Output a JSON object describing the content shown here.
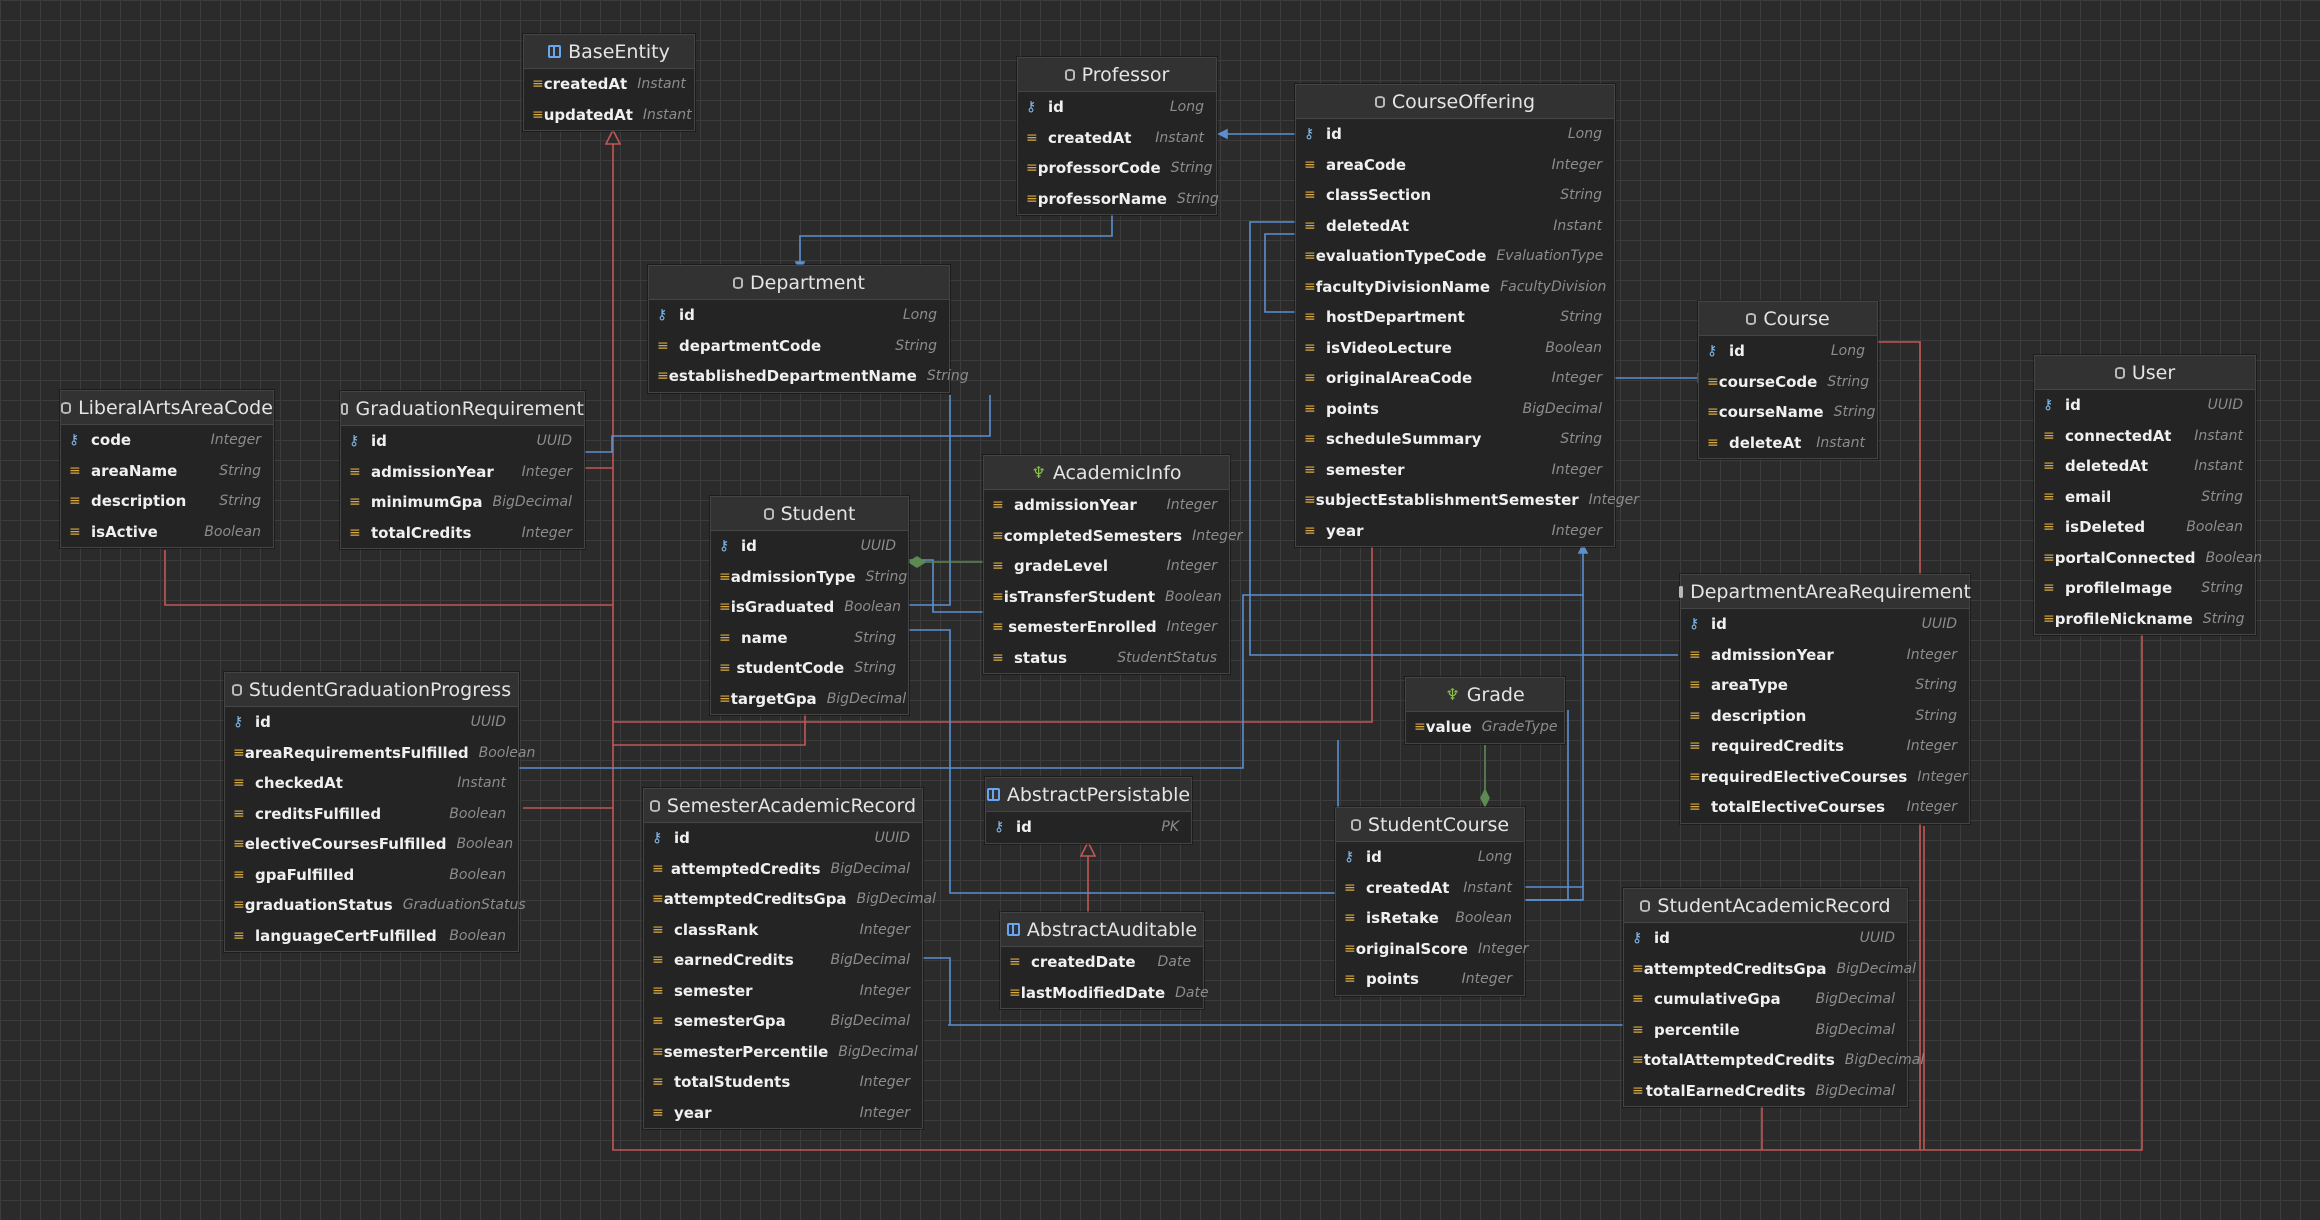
{
  "entities": [
    {
      "name": "BaseEntity",
      "icon": "mapped-superclass-icon",
      "fields": [
        [
          "createdAt",
          "Instant"
        ],
        [
          "updatedAt",
          "Instant"
        ]
      ]
    },
    {
      "name": "Professor",
      "icon": "entity-icon",
      "fields": [
        [
          "id",
          "Long"
        ],
        [
          "createdAt",
          "Instant"
        ],
        [
          "professorCode",
          "String"
        ],
        [
          "professorName",
          "String"
        ]
      ]
    },
    {
      "name": "CourseOffering",
      "icon": "entity-icon",
      "fields": [
        [
          "id",
          "Long"
        ],
        [
          "areaCode",
          "Integer"
        ],
        [
          "classSection",
          "String"
        ],
        [
          "deletedAt",
          "Instant"
        ],
        [
          "evaluationTypeCode",
          "EvaluationType"
        ],
        [
          "facultyDivisionName",
          "FacultyDivision"
        ],
        [
          "hostDepartment",
          "String"
        ],
        [
          "isVideoLecture",
          "Boolean"
        ],
        [
          "originalAreaCode",
          "Integer"
        ],
        [
          "points",
          "BigDecimal"
        ],
        [
          "scheduleSummary",
          "String"
        ],
        [
          "semester",
          "Integer"
        ],
        [
          "subjectEstablishmentSemester",
          "Integer"
        ],
        [
          "year",
          "Integer"
        ]
      ]
    },
    {
      "name": "Department",
      "icon": "entity-icon",
      "fields": [
        [
          "id",
          "Long"
        ],
        [
          "departmentCode",
          "String"
        ],
        [
          "establishedDepartmentName",
          "String"
        ]
      ]
    },
    {
      "name": "Course",
      "icon": "entity-icon",
      "fields": [
        [
          "id",
          "Long"
        ],
        [
          "courseCode",
          "String"
        ],
        [
          "courseName",
          "String"
        ],
        [
          "deleteAt",
          "Instant"
        ]
      ]
    },
    {
      "name": "User",
      "icon": "entity-icon",
      "fields": [
        [
          "id",
          "UUID"
        ],
        [
          "connectedAt",
          "Instant"
        ],
        [
          "deletedAt",
          "Instant"
        ],
        [
          "email",
          "String"
        ],
        [
          "isDeleted",
          "Boolean"
        ],
        [
          "portalConnected",
          "Boolean"
        ],
        [
          "profileImage",
          "String"
        ],
        [
          "profileNickname",
          "String"
        ]
      ]
    },
    {
      "name": "LiberalArtsAreaCode",
      "icon": "entity-icon",
      "fields": [
        [
          "code",
          "Integer"
        ],
        [
          "areaName",
          "String"
        ],
        [
          "description",
          "String"
        ],
        [
          "isActive",
          "Boolean"
        ]
      ]
    },
    {
      "name": "GraduationRequirement",
      "icon": "entity-icon",
      "fields": [
        [
          "id",
          "UUID"
        ],
        [
          "admissionYear",
          "Integer"
        ],
        [
          "minimumGpa",
          "BigDecimal"
        ],
        [
          "totalCredits",
          "Integer"
        ]
      ]
    },
    {
      "name": "AcademicInfo",
      "icon": "embeddable-icon",
      "fields": [
        [
          "admissionYear",
          "Integer"
        ],
        [
          "completedSemesters",
          "Integer"
        ],
        [
          "gradeLevel",
          "Integer"
        ],
        [
          "isTransferStudent",
          "Boolean"
        ],
        [
          "semesterEnrolled",
          "Integer"
        ],
        [
          "status",
          "StudentStatus"
        ]
      ]
    },
    {
      "name": "Student",
      "icon": "entity-icon",
      "fields": [
        [
          "id",
          "UUID"
        ],
        [
          "admissionType",
          "String"
        ],
        [
          "isGraduated",
          "Boolean"
        ],
        [
          "name",
          "String"
        ],
        [
          "studentCode",
          "String"
        ],
        [
          "targetGpa",
          "BigDecimal"
        ]
      ]
    },
    {
      "name": "DepartmentAreaRequirement",
      "icon": "entity-icon",
      "fields": [
        [
          "id",
          "UUID"
        ],
        [
          "admissionYear",
          "Integer"
        ],
        [
          "areaType",
          "String"
        ],
        [
          "description",
          "String"
        ],
        [
          "requiredCredits",
          "Integer"
        ],
        [
          "requiredElectiveCourses",
          "Integer"
        ],
        [
          "totalElectiveCourses",
          "Integer"
        ]
      ]
    },
    {
      "name": "Grade",
      "icon": "embeddable-icon",
      "fields": [
        [
          "value",
          "GradeType"
        ]
      ]
    },
    {
      "name": "StudentGraduationProgress",
      "icon": "entity-icon",
      "fields": [
        [
          "id",
          "UUID"
        ],
        [
          "areaRequirementsFulfilled",
          "Boolean"
        ],
        [
          "checkedAt",
          "Instant"
        ],
        [
          "creditsFulfilled",
          "Boolean"
        ],
        [
          "electiveCoursesFulfilled",
          "Boolean"
        ],
        [
          "gpaFulfilled",
          "Boolean"
        ],
        [
          "graduationStatus",
          "GraduationStatus"
        ],
        [
          "languageCertFulfilled",
          "Boolean"
        ]
      ]
    },
    {
      "name": "AbstractPersistable",
      "icon": "mapped-superclass-icon",
      "fields": [
        [
          "id",
          "PK"
        ]
      ]
    },
    {
      "name": "SemesterAcademicRecord",
      "icon": "entity-icon",
      "fields": [
        [
          "id",
          "UUID"
        ],
        [
          "attemptedCredits",
          "BigDecimal"
        ],
        [
          "attemptedCreditsGpa",
          "BigDecimal"
        ],
        [
          "classRank",
          "Integer"
        ],
        [
          "earnedCredits",
          "BigDecimal"
        ],
        [
          "semester",
          "Integer"
        ],
        [
          "semesterGpa",
          "BigDecimal"
        ],
        [
          "semesterPercentile",
          "BigDecimal"
        ],
        [
          "totalStudents",
          "Integer"
        ],
        [
          "year",
          "Integer"
        ]
      ]
    },
    {
      "name": "StudentCourse",
      "icon": "entity-icon",
      "fields": [
        [
          "id",
          "Long"
        ],
        [
          "createdAt",
          "Instant"
        ],
        [
          "isRetake",
          "Boolean"
        ],
        [
          "originalScore",
          "Integer"
        ],
        [
          "points",
          "Integer"
        ]
      ]
    },
    {
      "name": "AbstractAuditable",
      "icon": "mapped-superclass-icon",
      "fields": [
        [
          "createdDate",
          "Date"
        ],
        [
          "lastModifiedDate",
          "Date"
        ]
      ]
    },
    {
      "name": "StudentAcademicRecord",
      "icon": "entity-icon",
      "fields": [
        [
          "id",
          "UUID"
        ],
        [
          "attemptedCreditsGpa",
          "BigDecimal"
        ],
        [
          "cumulativeGpa",
          "BigDecimal"
        ],
        [
          "percentile",
          "BigDecimal"
        ],
        [
          "totalAttemptedCredits",
          "BigDecimal"
        ],
        [
          "totalEarnedCredits",
          "BigDecimal"
        ]
      ]
    }
  ],
  "colors": {
    "association": "#5b8fd0",
    "inheritance": "#c25656",
    "embedded": "#5c8a52",
    "key_icon": "#7fb9ec",
    "field_icon": "#d8a93f"
  }
}
